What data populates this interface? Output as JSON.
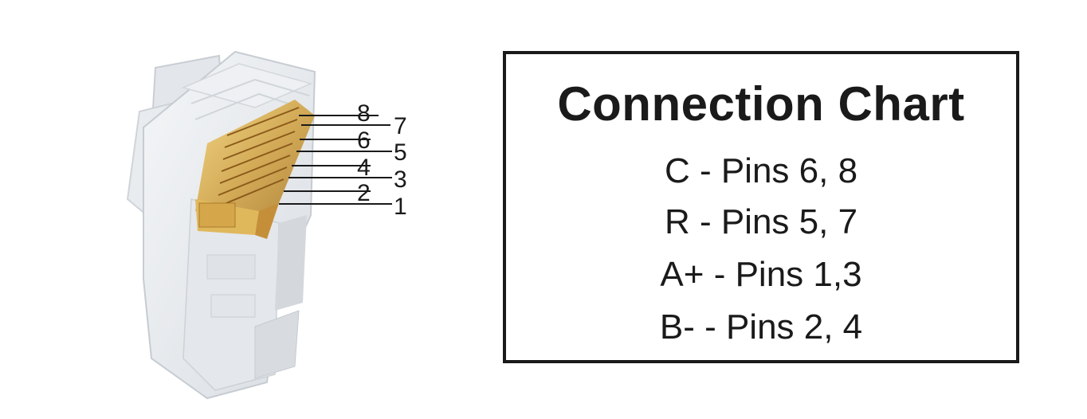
{
  "diagram": {
    "pin_labels": [
      "1",
      "2",
      "3",
      "4",
      "5",
      "6",
      "7",
      "8"
    ]
  },
  "chart": {
    "title": "Connection Chart",
    "rows": [
      "C - Pins 6, 8",
      "R - Pins 5, 7",
      "A+ - Pins 1,3",
      "B- - Pins 2, 4"
    ]
  }
}
